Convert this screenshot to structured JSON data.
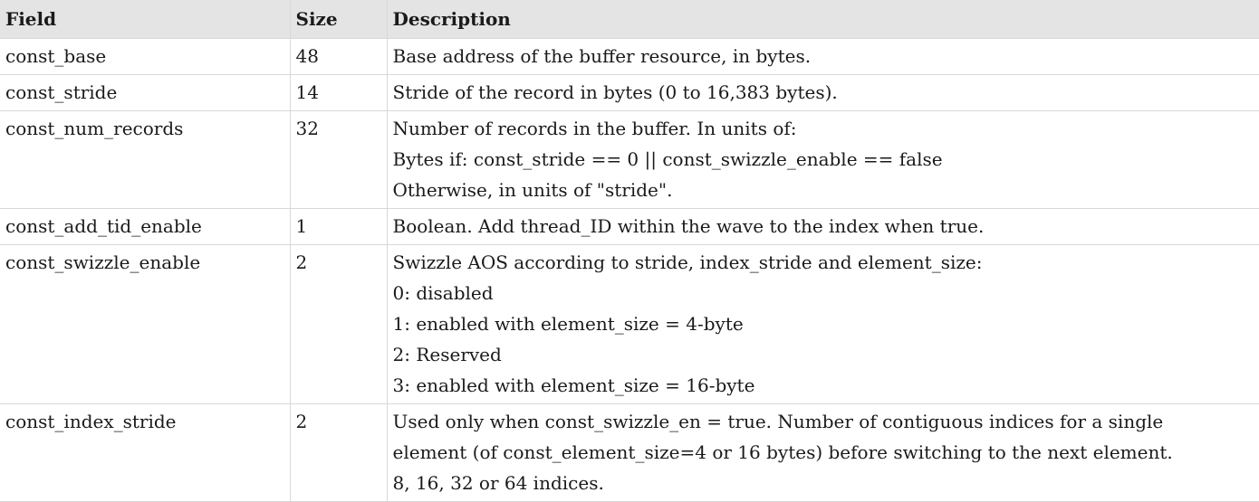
{
  "table": {
    "headers": {
      "field": "Field",
      "size": "Size",
      "description": "Description"
    },
    "rows": [
      {
        "field": "const_base",
        "size": "48",
        "description": [
          "Base address of the buffer resource, in bytes."
        ]
      },
      {
        "field": "const_stride",
        "size": "14",
        "description": [
          "Stride of the record in bytes (0 to 16,383 bytes)."
        ]
      },
      {
        "field": "const_num_records",
        "size": "32",
        "description": [
          "Number of records in the buffer. In units of:",
          "Bytes if: const_stride == 0 || const_swizzle_enable == false",
          "Otherwise, in units of \"stride\"."
        ]
      },
      {
        "field": "const_add_tid_enable",
        "size": "1",
        "description": [
          "Boolean. Add thread_ID within the wave to the index when true."
        ]
      },
      {
        "field": "const_swizzle_enable",
        "size": "2",
        "description": [
          "Swizzle AOS according to stride, index_stride and element_size:",
          "0: disabled",
          "1: enabled with element_size = 4-byte",
          "2: Reserved",
          "3: enabled with element_size = 16-byte"
        ]
      },
      {
        "field": "const_index_stride",
        "size": "2",
        "description": [
          "Used only when const_swizzle_en = true. Number of contiguous indices for a single",
          "element (of const_element_size=4 or 16 bytes) before switching to the next element.",
          "8, 16, 32 or 64 indices."
        ]
      }
    ]
  }
}
